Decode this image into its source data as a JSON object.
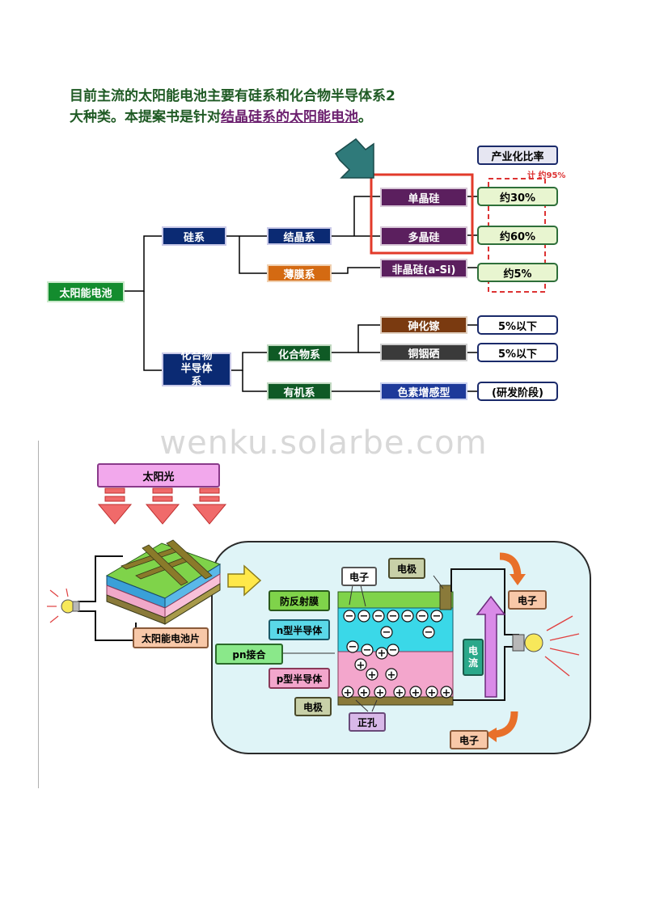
{
  "intro": {
    "line1": "目前主流的太阳能电池主要有硅系和化合物半导体系2",
    "line2_a": "大种类。本提案书是针对",
    "line2_highlight": "结晶硅系的太阳能电池",
    "line2_b": "。"
  },
  "tree": {
    "root": "太阳能电池",
    "silicon": "硅系",
    "crystalline": "结晶系",
    "thin_film": "薄膜系",
    "mono": "单晶硅",
    "poly": "多晶硅",
    "amorphous": "非晶硅(a-Si)",
    "compound_semi": "化合物半导体系",
    "compound": "化合物系",
    "organic": "有机系",
    "gaas": "砷化镓",
    "cis": "铜铟硒",
    "dye": "色素增感型",
    "rate_header": "产业化比率",
    "total_label": "计 约95%",
    "rate_mono": "约30%",
    "rate_poly": "约60%",
    "rate_amorphous": "约5%",
    "rate_gaas": "5%以下",
    "rate_cis": "5%以下",
    "rate_dye": "(研发阶段)"
  },
  "watermark": "wenku.solarbe.com",
  "cell_diagram": {
    "sunlight": "太阳光",
    "panel": "太阳能电池片",
    "anti_reflect": "防反射膜",
    "n_type": "n型半导体",
    "pn_junction": "pn接合",
    "p_type": "p型半导体",
    "electrode_bottom": "电极",
    "electrode_top": "电极",
    "electron_top": "电子",
    "electron_right_top": "电子",
    "electron_right_bottom": "电子",
    "hole": "正孔",
    "current": "电流",
    "minus": "−",
    "plus": "+"
  },
  "colors": {
    "title_green": "#1f5a24",
    "highlight_purple": "#6b1f6e",
    "red_frame": "#e23a2a",
    "panel_bg": "#dff4f7"
  }
}
